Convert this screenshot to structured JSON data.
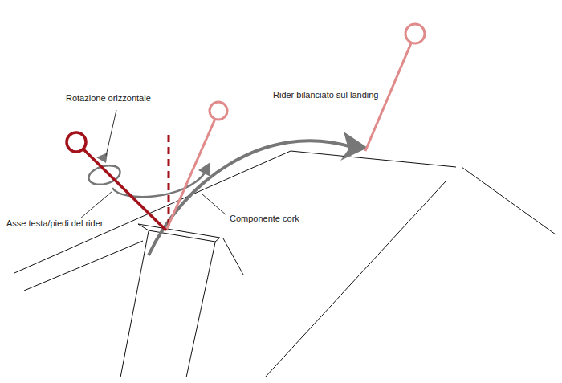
{
  "diagram": {
    "labels": [
      "Rotazione orizzontale",
      "Rider bilanciato sul landing",
      "Asse testa/piedi del rider",
      "Componente cork"
    ]
  }
}
